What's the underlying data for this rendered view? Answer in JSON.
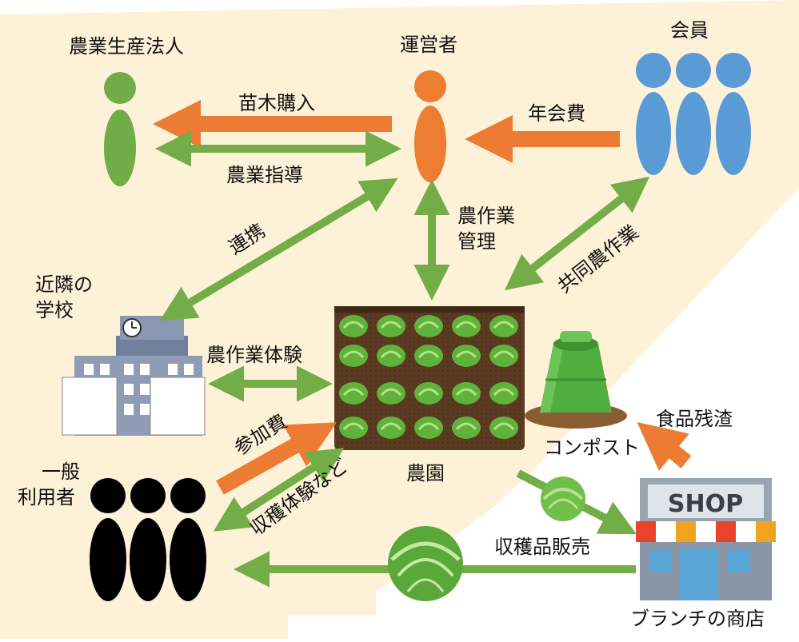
{
  "actors": {
    "farm_corp": "農業生産法人",
    "operator": "運営者",
    "members": "会員",
    "school_line1": "近隣の",
    "school_line2": "学校",
    "public_line1": "一般",
    "public_line2": "利用者",
    "farm": "農園",
    "compost": "コンポスト",
    "shop_name": "ブランチの商店",
    "shop_sign": "SHOP"
  },
  "flows": {
    "seedling_purchase": "苗木購入",
    "farming_guidance": "農業指導",
    "annual_fee": "年会費",
    "cooperation": "連携",
    "farm_management_line1": "農作業",
    "farm_management_line2": "管理",
    "joint_farming": "共同農作業",
    "farming_experience": "農作業体験",
    "participation_fee": "参加費",
    "harvest_experience": "収穫体験など",
    "food_waste": "食品残渣",
    "harvest_sales": "収穫品販売"
  },
  "colors": {
    "background_region": "#fdf1d8",
    "green_arrow": "#72ad48",
    "orange_arrow": "#ec7b34",
    "farm_corp_figure": "#70ad47",
    "operator_figure": "#ed7d31",
    "member_figure": "#5b9bd5",
    "public_figure": "#000000"
  }
}
